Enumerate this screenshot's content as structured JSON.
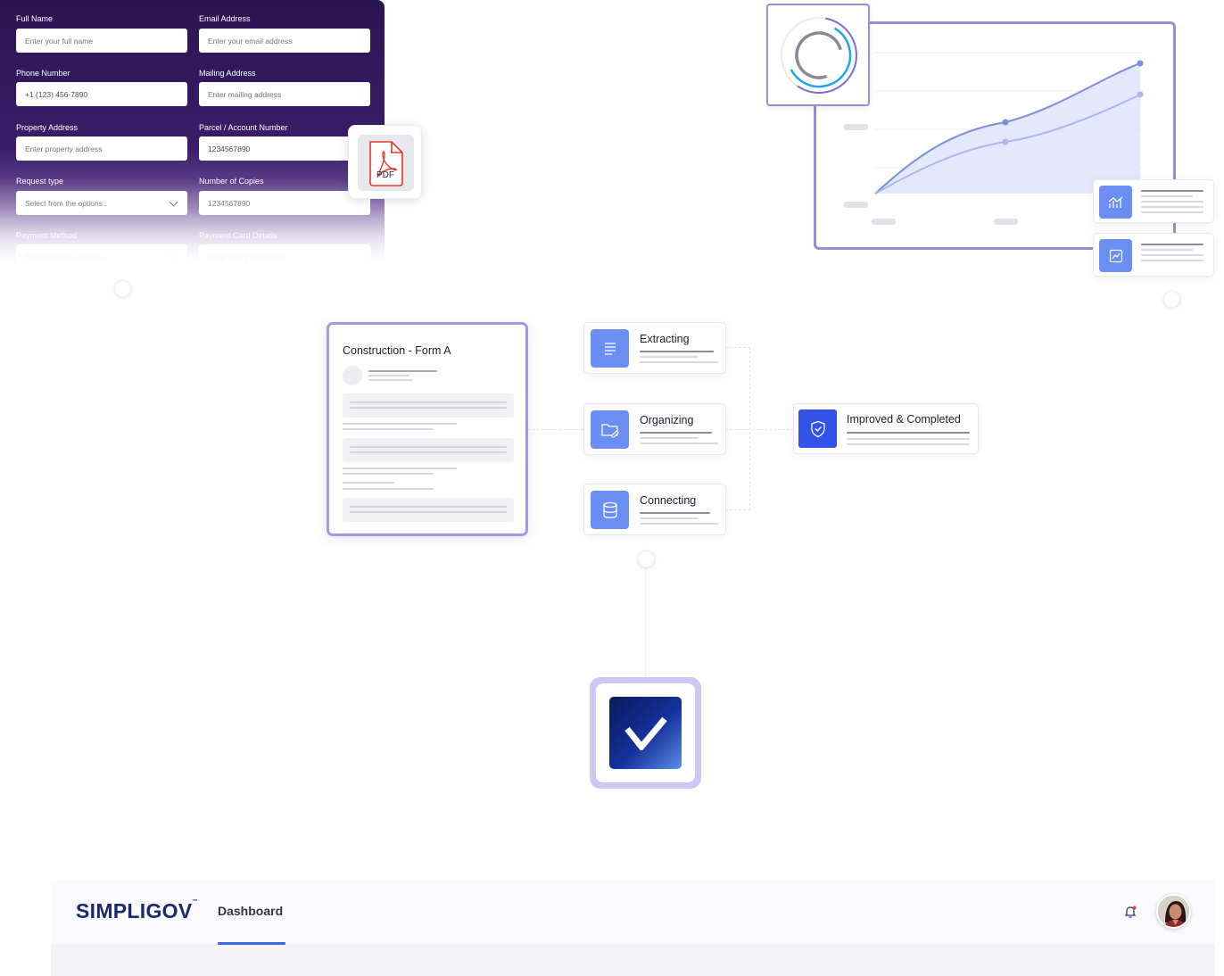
{
  "form": {
    "fields": [
      {
        "label": "Full Name",
        "placeholder": "Enter your full name"
      },
      {
        "label": "Email Address",
        "placeholder": "Enter your email address"
      },
      {
        "label": "Phone Number",
        "value": "+1 (123) 456-7890"
      },
      {
        "label": "Mailing Address",
        "placeholder": "Enter mailing address"
      },
      {
        "label": "Property Address",
        "placeholder": "Enter property address"
      },
      {
        "label": "Parcel / Account Number",
        "value": "1234567890"
      },
      {
        "label": "Request type",
        "placeholder": "Select from the options.."
      },
      {
        "label": "Number of Copies",
        "value": "1234567890"
      },
      {
        "label": "Payment Method",
        "placeholder": "Select from the options.."
      },
      {
        "label": "Payment Card Details",
        "placeholder": "Enter card information"
      }
    ]
  },
  "pdf_badge": {
    "label": "PDF",
    "icon": "pdf-file-icon"
  },
  "chart_widget": {
    "gauge_icon": "circular-progress-icon",
    "line_color_primary": "#7a8fe0",
    "line_color_secondary": "#aab8ee",
    "fill_color": "#e3e9fb",
    "side_cards": [
      {
        "icon": "bar-chart-icon"
      },
      {
        "icon": "trend-chart-icon"
      }
    ]
  },
  "document": {
    "title": "Construction - Form A"
  },
  "steps": [
    {
      "label": "Extracting",
      "icon": "document-lines-icon"
    },
    {
      "label": "Organizing",
      "icon": "folder-edit-icon"
    },
    {
      "label": "Connecting",
      "icon": "database-icon"
    }
  ],
  "result": {
    "label": "Improved & Completed",
    "icon": "shield-check-icon",
    "color": "#3352e8"
  },
  "logo_tile": {
    "icon": "checkmark-logo-icon"
  },
  "navbar": {
    "brand": "SIMPLIGOV",
    "trademark": "™",
    "tab": "Dashboard",
    "accent": "#3f63e0"
  }
}
